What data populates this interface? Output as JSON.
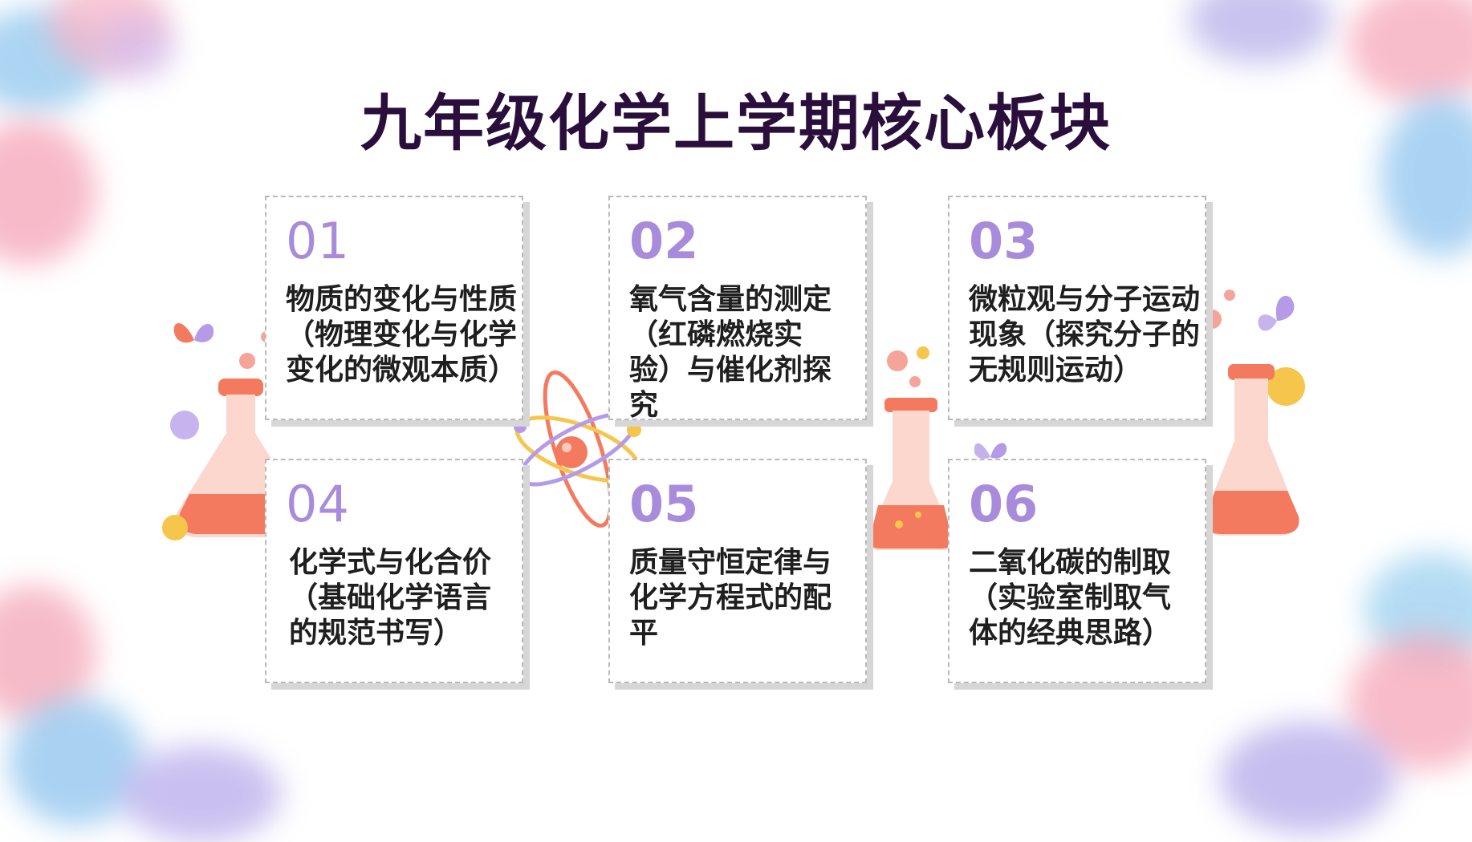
{
  "title": "九年级化学上学期核心板块",
  "cards": [
    {
      "num": "01",
      "text": "物质的变化与性质（物理变化与化学变化的微观本质）"
    },
    {
      "num": "02",
      "text": "氧气含量的测定（红磷燃烧实验）与催化剂探究"
    },
    {
      "num": "03",
      "text": "微粒观与分子运动现象（探究分子的无规则运动）"
    },
    {
      "num": "04",
      "text": "化学式与化合价（基础化学语言的规范书写）"
    },
    {
      "num": "05",
      "text": "质量守恒定律与化学方程式的配平"
    },
    {
      "num": "06",
      "text": "二氧化碳的制取（实验室制取气体的经典思路）"
    }
  ],
  "colors": {
    "title": "#2a0f3c",
    "number": "#a88cdb",
    "flask": "#f47a5f",
    "butterfly": "#b59ae8"
  }
}
